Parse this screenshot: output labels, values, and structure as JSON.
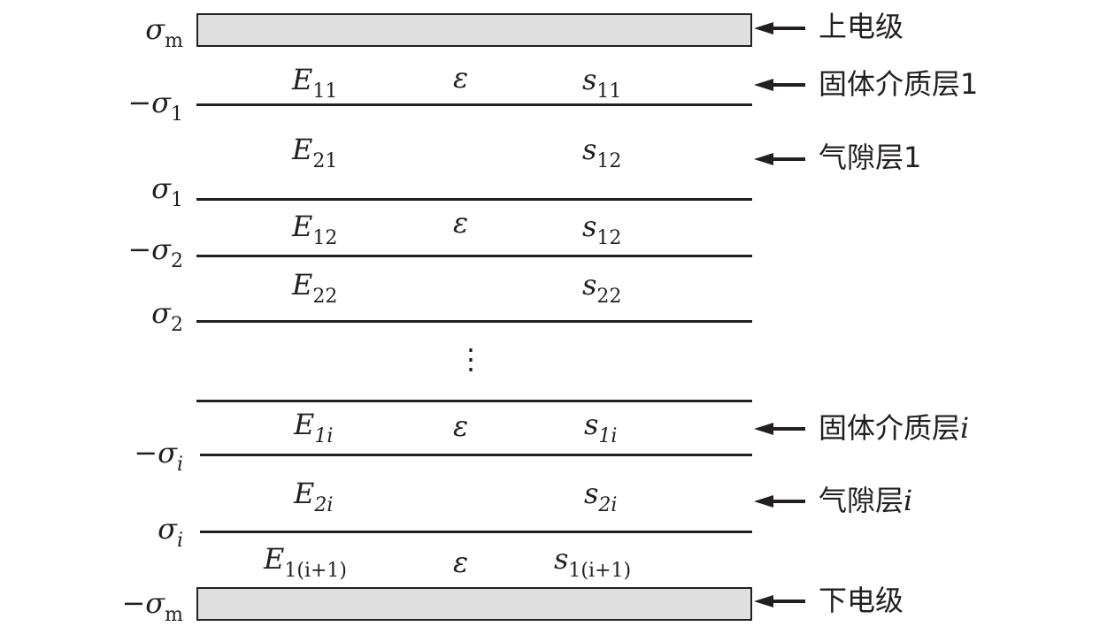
{
  "electrodes": {
    "top_label": "上电级",
    "bottom_label": "下电级",
    "top_charge": "σ",
    "top_charge_sub": "m",
    "bottom_charge": "−σ",
    "bottom_charge_sub": "m"
  },
  "side_labels": {
    "solid1": "固体介质层1",
    "gap1": "气隙层1",
    "solid_i_prefix": "固体介质层",
    "gap_i_prefix": "气隙层",
    "i": "i"
  },
  "charges": [
    {
      "sym": "−σ",
      "sub": "1"
    },
    {
      "sym": "σ",
      "sub": "1"
    },
    {
      "sym": "−σ",
      "sub": "2"
    },
    {
      "sym": "σ",
      "sub": "2"
    },
    {
      "sym": "−σ",
      "sub": "i"
    },
    {
      "sym": "σ",
      "sub": "i"
    }
  ],
  "layers": [
    {
      "E": "E",
      "E_sub": "11",
      "eps": "ε",
      "s": "s",
      "s_sub": "11"
    },
    {
      "E": "E",
      "E_sub": "21",
      "eps": "",
      "s": "s",
      "s_sub": "12"
    },
    {
      "E": "E",
      "E_sub": "12",
      "eps": "ε",
      "s": "s",
      "s_sub": "12"
    },
    {
      "E": "E",
      "E_sub": "22",
      "eps": "",
      "s": "s",
      "s_sub": "22"
    },
    {
      "E": "E",
      "E_sub": "1i",
      "eps": "ε",
      "s": "s",
      "s_sub": "1i"
    },
    {
      "E": "E",
      "E_sub": "2i",
      "eps": "",
      "s": "s",
      "s_sub": "2i"
    },
    {
      "E": "E",
      "E_sub": "1(i+1)",
      "eps": "ε",
      "s": "s",
      "s_sub": "1(i+1)"
    }
  ],
  "ellipsis": "⋮",
  "colors": {
    "line": "#231f20",
    "electrode_fill": "#e0dfdf"
  }
}
